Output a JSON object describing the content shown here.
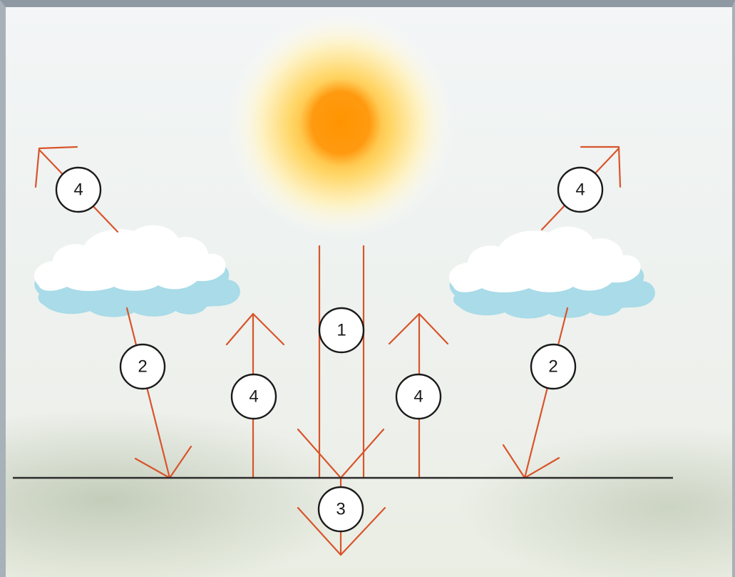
{
  "diagram": {
    "colors": {
      "arrow": "#d9542b",
      "ground": "#2a2a2a",
      "badge_stroke": "#1a1a1a",
      "cloud_fill": "#ffffff",
      "cloud_shadow": "#a9dbe8",
      "sun_core": "#ff9500"
    },
    "labels": {
      "one": "1",
      "two": "2",
      "three": "3",
      "four": "4"
    }
  }
}
